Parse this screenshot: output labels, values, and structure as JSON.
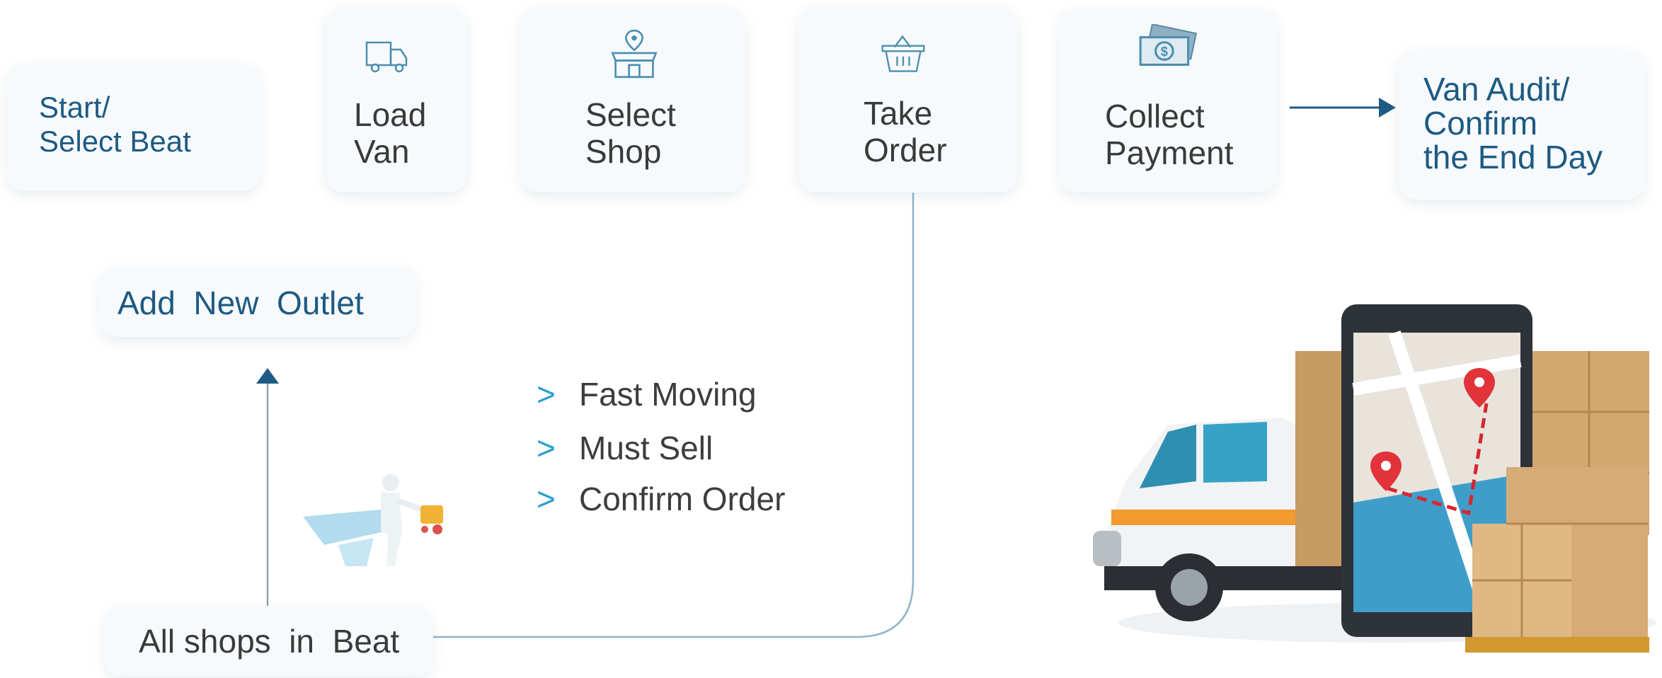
{
  "flow": {
    "steps": [
      {
        "label": "Start/\nSelect Beat",
        "icon": "none"
      },
      {
        "label": "Load\nVan",
        "icon": "van-icon"
      },
      {
        "label": "Select\nShop",
        "icon": "shop-pin-icon"
      },
      {
        "label": "Take\nOrder",
        "icon": "basket-icon"
      },
      {
        "label": "Collect\nPayment",
        "icon": "cash-icon"
      },
      {
        "label": "Van Audit/\nConfirm\nthe End Day",
        "icon": "none"
      }
    ]
  },
  "outlet": {
    "add_label": "Add  New  Outlet",
    "all_shops_label": "All shops  in  Beat"
  },
  "order_steps": {
    "chevron": ">",
    "items": [
      "Fast Moving",
      "Must Sell",
      "Confirm Order"
    ]
  },
  "colors": {
    "accent_blue": "#1d5a82",
    "line_blue": "#1f5a85",
    "chevron": "#2aa0cc",
    "card_bg": "#f7fafc"
  }
}
